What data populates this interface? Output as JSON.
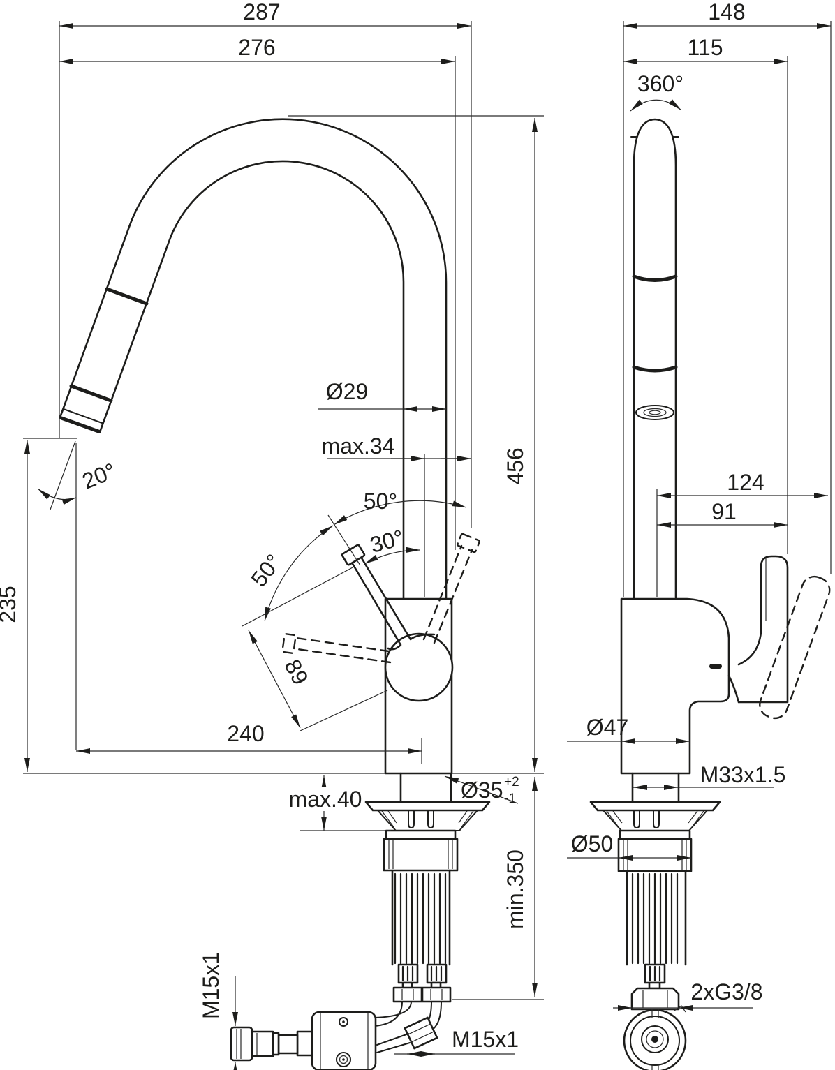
{
  "side_view": {
    "overall_width": "287",
    "spout_width": "276",
    "spout_tube_diameter": "Ø29",
    "handle_top_clearance": "max.34",
    "handle_swing_upper": "50°",
    "handle_open_angle": "30°",
    "handle_swing_side": "50°",
    "handle_length": "89",
    "height_above_deck": "456",
    "outlet_height": "235",
    "spray_tilt_angle": "20°",
    "outlet_reach": "240",
    "deck_max_thickness": "max.40",
    "mounting_hole_diameter": "Ø35",
    "mounting_hole_tol_plus": "+2",
    "mounting_hole_tol_minus": "-1",
    "clearance_below_deck": "min.350",
    "hose_thread_side": "M15x1",
    "hose_thread_bottom": "M15x1"
  },
  "front_view": {
    "overall_depth": "148",
    "spout_offset": "115",
    "swivel_range": "360°",
    "handle_reach_open": "124",
    "handle_reach_closed": "91",
    "body_diameter": "Ø47",
    "shank_thread": "M33x1.5",
    "escutcheon_diameter": "Ø50",
    "supply_connections": "2xG3/8"
  }
}
